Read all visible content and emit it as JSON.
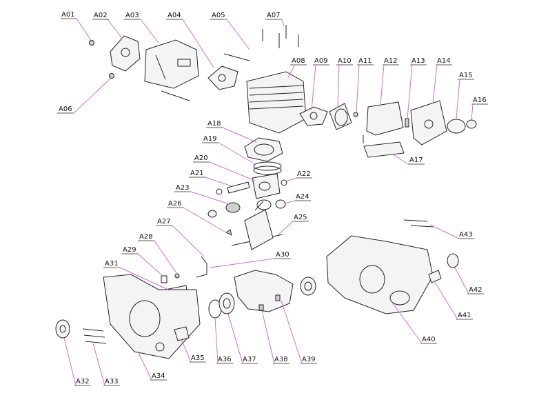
{
  "diagram": {
    "labels": [
      "A01",
      "A02",
      "A03",
      "A04",
      "A05",
      "A06",
      "A07",
      "A08",
      "A09",
      "A10",
      "A11",
      "A12",
      "A13",
      "A14",
      "A15",
      "A16",
      "A17",
      "A18",
      "A19",
      "A20",
      "A21",
      "A22",
      "A23",
      "A24",
      "A25",
      "A26",
      "A27",
      "A28",
      "A29",
      "A30",
      "A31",
      "A32",
      "A33",
      "A34",
      "A35",
      "A36",
      "A37",
      "A38",
      "A39",
      "A40",
      "A41",
      "A42",
      "A43"
    ]
  }
}
